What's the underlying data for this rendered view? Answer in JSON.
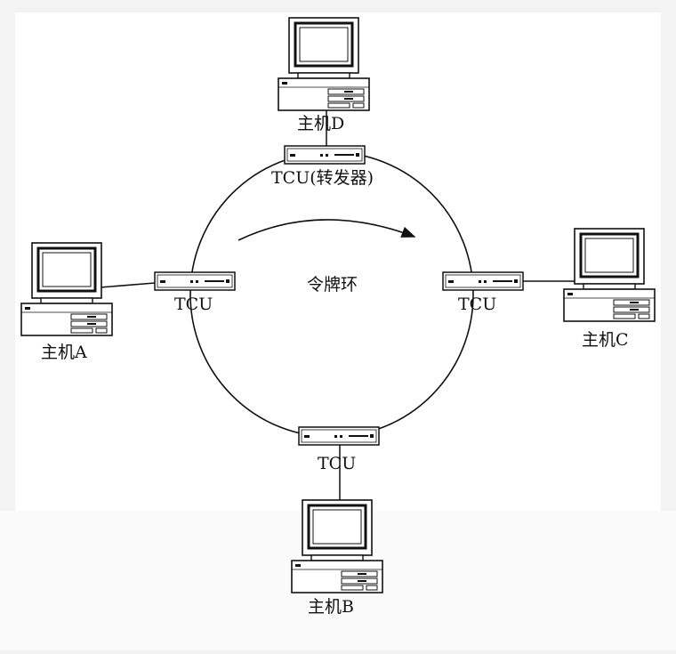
{
  "diagram": {
    "center_label": "令牌环",
    "hosts": {
      "A": "主机A",
      "B": "主机B",
      "C": "主机C",
      "D": "主机D"
    },
    "tcu": {
      "top": "TCU(转发器)",
      "left": "TCU",
      "right": "TCU",
      "bottom": "TCU"
    },
    "colors": {
      "background": "#f3f3f3",
      "panel": "#ffffff",
      "stroke": "#111111"
    }
  }
}
